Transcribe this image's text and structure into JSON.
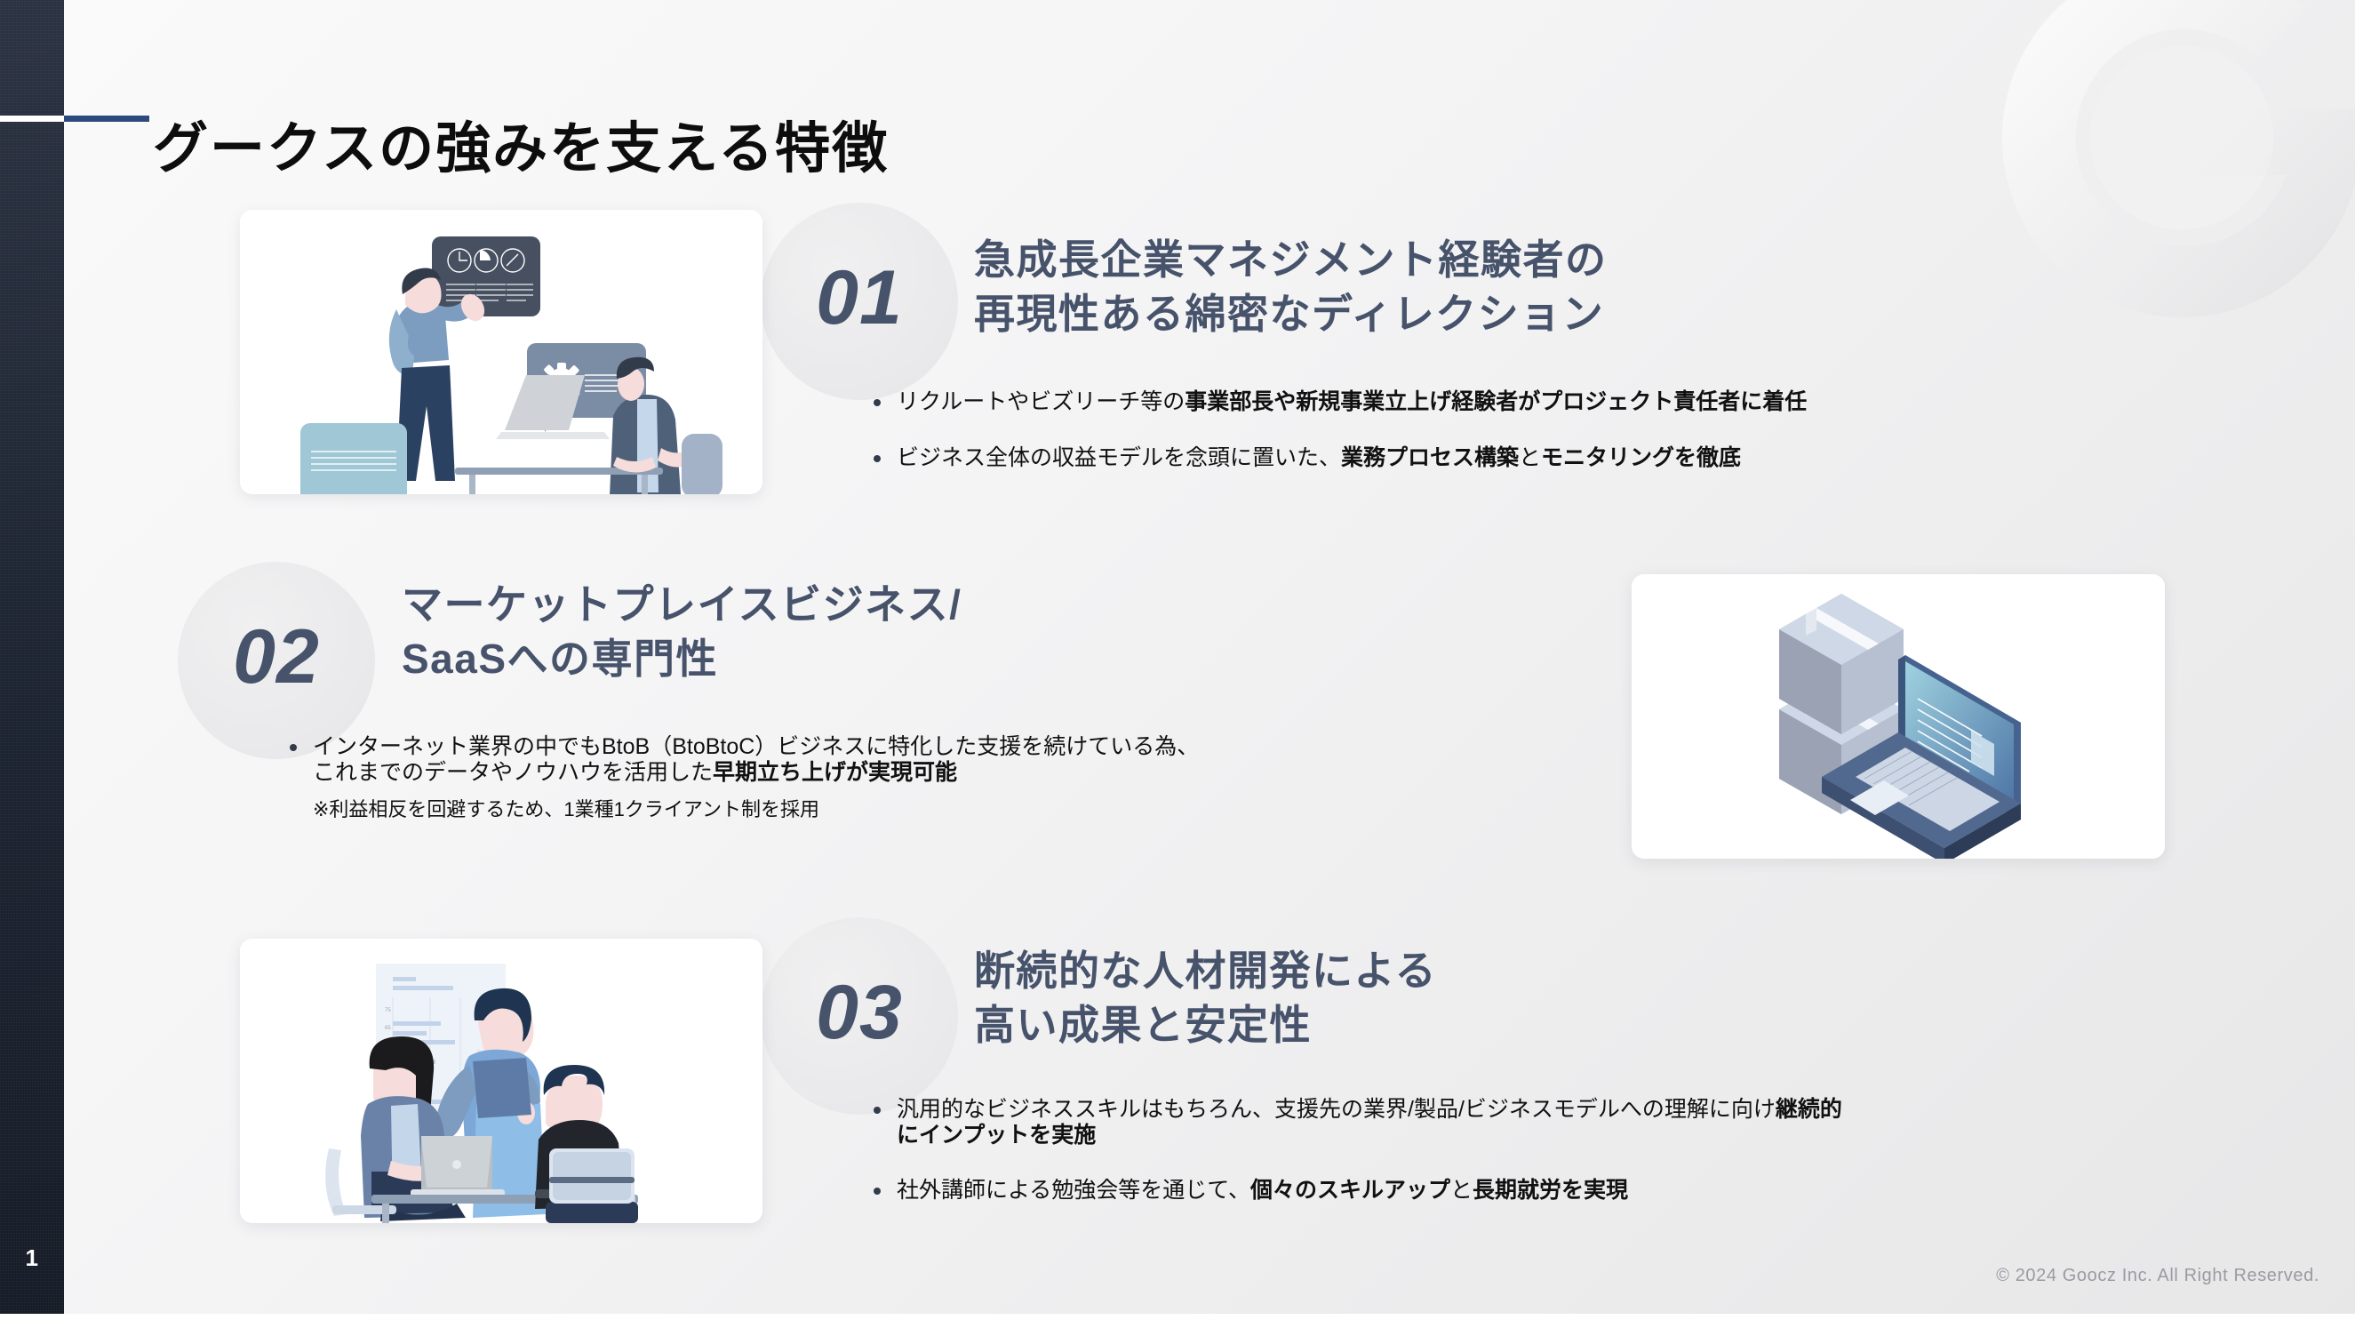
{
  "slide": {
    "title": "グークスの強みを支える特徴",
    "page_number": "1",
    "copyright": "© 2024 Goocz Inc. All Right Reserved.",
    "accent_color": "#2d4a7c",
    "heading_color": "#47536b",
    "rail_color": "#1e2533"
  },
  "sections": [
    {
      "number": "01",
      "heading_line1": "急成長企業マネジメント経験者の",
      "heading_line2": "再現性ある綿密なディレクション",
      "bullets": [
        {
          "parts": [
            {
              "text": "リクルートやビズリーチ等の",
              "bold": false
            },
            {
              "text": "事業部長や新規事業立上げ経験者がプロジェクト責任者に着任",
              "bold": true
            }
          ]
        },
        {
          "parts": [
            {
              "text": "ビジネス全体の収益モデルを念頭に置いた、",
              "bold": false
            },
            {
              "text": "業務プロセス構築",
              "bold": true
            },
            {
              "text": "と",
              "bold": false
            },
            {
              "text": "モニタリングを徹底",
              "bold": true
            }
          ]
        }
      ],
      "illustration": "team-dashboard-illustration"
    },
    {
      "number": "02",
      "heading_line1": "マーケットプレイスビジネス/",
      "heading_line2": "SaaSへの専門性",
      "bullets": [
        {
          "parts": [
            {
              "text": "インターネット業界の中でもBtoB（BtoBtoC）ビジネスに特化した支援を続けている為、",
              "bold": false
            }
          ]
        },
        {
          "parts": [
            {
              "text": "これまでのデータやノウハウを活用した",
              "bold": false
            },
            {
              "text": "早期立ち上げが実現可能",
              "bold": true
            }
          ]
        }
      ],
      "note": "※利益相反を回避するため、1業種1クライアント制を採用",
      "illustration": "laptop-boxes-illustration"
    },
    {
      "number": "03",
      "heading_line1": "断続的な人材開発による",
      "heading_line2": "高い成果と安定性",
      "bullets": [
        {
          "parts": [
            {
              "text": "汎用的なビジネススキルはもちろん、支援先の業界/製品/ビジネスモデルへの理解に向け",
              "bold": false
            },
            {
              "text": "継続的",
              "bold": true
            }
          ]
        },
        {
          "parts": [
            {
              "text": "にインプットを実施",
              "bold": true
            }
          ]
        },
        {
          "parts": [
            {
              "text": "社外講師による勉強会等を通じて、",
              "bold": false
            },
            {
              "text": "個々のスキルアップ",
              "bold": true
            },
            {
              "text": "と",
              "bold": false
            },
            {
              "text": "長期就労を実現",
              "bold": true
            }
          ]
        }
      ],
      "illustration": "meeting-presentation-illustration"
    }
  ]
}
